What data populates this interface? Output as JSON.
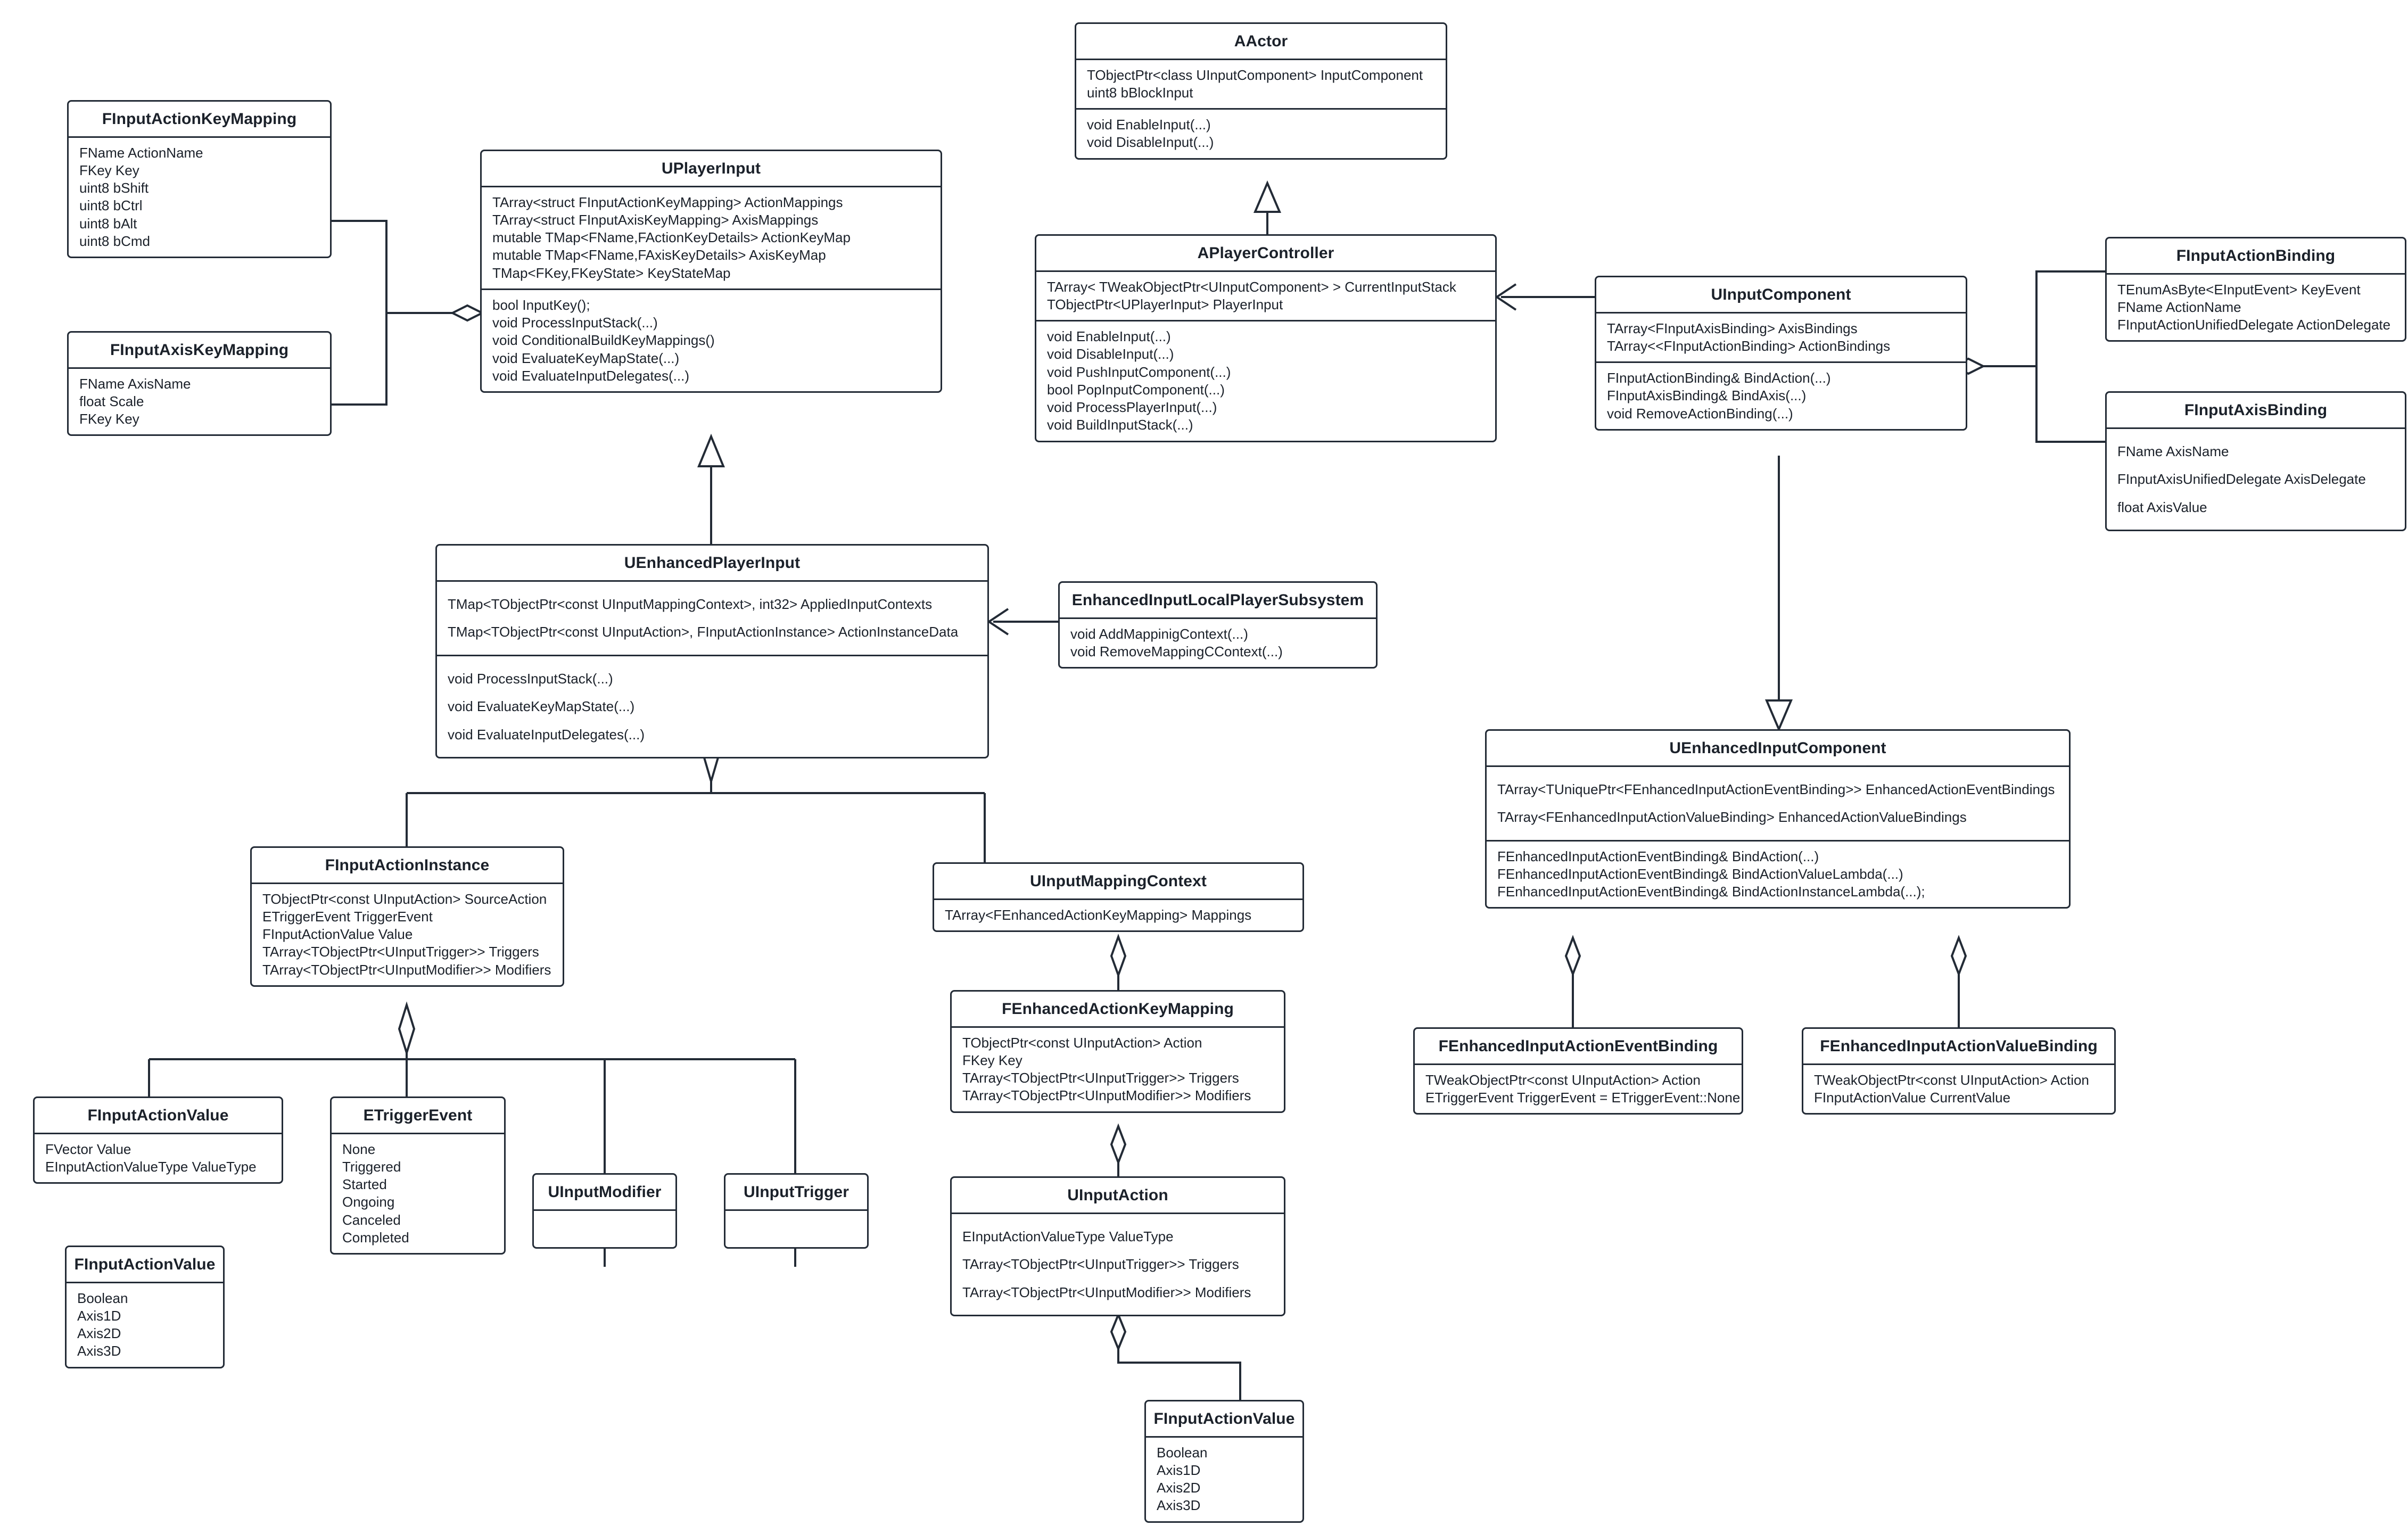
{
  "diagram": {
    "kind": "uml-class-diagram",
    "subject": "Unreal Engine Input / Enhanced Input class relationships",
    "stroke_color": "#232b36",
    "background_color": "#ffffff"
  },
  "classes": {
    "finputactionkeymapping": {
      "title": "FInputActionKeyMapping",
      "attributes": [
        "FName ActionName",
        "FKey Key",
        "uint8 bShift",
        "uint8 bCtrl",
        "uint8 bAlt",
        "uint8 bCmd"
      ]
    },
    "finputaxiskeymapping": {
      "title": "FInputAxisKeyMapping",
      "attributes": [
        "FName AxisName",
        "float Scale",
        "FKey Key"
      ]
    },
    "uplayerinput": {
      "title": "UPlayerInput",
      "attributes": [
        "TArray<struct FInputActionKeyMapping> ActionMappings",
        "TArray<struct FInputAxisKeyMapping> AxisMappings",
        "mutable TMap<FName,FActionKeyDetails> ActionKeyMap",
        "mutable TMap<FName,FAxisKeyDetails> AxisKeyMap",
        "TMap<FKey,FKeyState> KeyStateMap"
      ],
      "methods": [
        "bool InputKey();",
        "void ProcessInputStack(...)",
        "void ConditionalBuildKeyMappings()",
        "void EvaluateKeyMapState(...)",
        "void EvaluateInputDelegates(...)"
      ]
    },
    "aactor": {
      "title": "AActor",
      "attributes": [
        "TObjectPtr<class UInputComponent> InputComponent",
        "uint8 bBlockInput"
      ],
      "methods": [
        "void EnableInput(...)",
        "void DisableInput(...)"
      ]
    },
    "aplayercontroller": {
      "title": "APlayerController",
      "attributes": [
        "TArray< TWeakObjectPtr<UInputComponent> > CurrentInputStack",
        "TObjectPtr<UPlayerInput> PlayerInput"
      ],
      "methods": [
        "void EnableInput(...)",
        "void DisableInput(...)",
        "void PushInputComponent(...)",
        "bool PopInputComponent(...)",
        "void ProcessPlayerInput(...)",
        "void BuildInputStack(...)"
      ]
    },
    "uinputcomponent": {
      "title": "UInputComponent",
      "attributes": [
        "TArray<FInputAxisBinding> AxisBindings",
        "TArray<<FInputActionBinding> ActionBindings"
      ],
      "methods": [
        "FInputActionBinding& BindAction(...)",
        "FInputAxisBinding& BindAxis(...)",
        "void RemoveActionBinding(...)"
      ]
    },
    "finputactionbinding": {
      "title": "FInputActionBinding",
      "attributes": [
        "TEnumAsByte<EInputEvent> KeyEvent",
        "FName ActionName",
        "FInputActionUnifiedDelegate ActionDelegate"
      ]
    },
    "finputaxisbinding": {
      "title": "FInputAxisBinding",
      "attributes": [
        "FName AxisName",
        "FInputAxisUnifiedDelegate AxisDelegate",
        "float AxisValue"
      ]
    },
    "uenhancedplayerinput": {
      "title": "UEnhancedPlayerInput",
      "attributes": [
        "TMap<TObjectPtr<const UInputMappingContext>, int32> AppliedInputContexts",
        "TMap<TObjectPtr<const UInputAction>, FInputActionInstance> ActionInstanceData"
      ],
      "methods": [
        "void ProcessInputStack(...)",
        "void EvaluateKeyMapState(...)",
        "void EvaluateInputDelegates(...)"
      ]
    },
    "enhancedinputlocalplayersubsystem": {
      "title": "EnhancedInputLocalPlayerSubsystem",
      "methods": [
        "void AddMappinigContext(...)",
        "void RemoveMappingCContext(...)"
      ]
    },
    "uenhancedinputcomponent": {
      "title": "UEnhancedInputComponent",
      "attributes": [
        "TArray<TUniquePtr<FEnhancedInputActionEventBinding>> EnhancedActionEventBindings",
        "TArray<FEnhancedInputActionValueBinding> EnhancedActionValueBindings"
      ],
      "methods": [
        "FEnhancedInputActionEventBinding& BindAction(...)",
        "FEnhancedInputActionEventBinding& BindActionValueLambda(...)",
        "FEnhancedInputActionEventBinding& BindActionInstanceLambda(...);"
      ]
    },
    "fenhancedinputactioneventbinding": {
      "title": "FEnhancedInputActionEventBinding",
      "attributes": [
        "TWeakObjectPtr<const UInputAction> Action",
        "ETriggerEvent TriggerEvent = ETriggerEvent::None"
      ]
    },
    "fenhancedinputactionvaluebinding": {
      "title": "FEnhancedInputActionValueBinding",
      "attributes": [
        "TWeakObjectPtr<const UInputAction> Action",
        "FInputActionValue CurrentValue"
      ]
    },
    "finputactioninstance": {
      "title": "FInputActionInstance",
      "attributes": [
        "TObjectPtr<const UInputAction> SourceAction",
        "ETriggerEvent TriggerEvent",
        "FInputActionValue Value",
        "TArray<TObjectPtr<UInputTrigger>> Triggers",
        "TArray<TObjectPtr<UInputModifier>> Modifiers"
      ]
    },
    "uinputmappingcontext": {
      "title": "UInputMappingContext",
      "attributes": [
        "TArray<FEnhancedActionKeyMapping> Mappings"
      ]
    },
    "fenhancedactionkeymapping": {
      "title": "FEnhancedActionKeyMapping",
      "attributes": [
        "TObjectPtr<const UInputAction> Action",
        "FKey Key",
        "TArray<TObjectPtr<UInputTrigger>> Triggers",
        "TArray<TObjectPtr<UInputModifier>> Modifiers"
      ]
    },
    "uinputaction": {
      "title": "UInputAction",
      "attributes": [
        "EInputActionValueType ValueType",
        "TArray<TObjectPtr<UInputTrigger>> Triggers",
        "TArray<TObjectPtr<UInputModifier>> Modifiers"
      ]
    },
    "finputactionvalue_struct": {
      "title": "FInputActionValue",
      "attributes": [
        "FVector Value",
        "EInputActionValueType ValueType"
      ]
    },
    "etriggerevent": {
      "title": "ETriggerEvent",
      "attributes": [
        "None",
        "Triggered",
        "Started",
        "Ongoing",
        "Canceled",
        "Completed"
      ]
    },
    "uinputmodifier": {
      "title": "UInputModifier",
      "attributes": []
    },
    "uinputtrigger": {
      "title": "UInputTrigger",
      "attributes": []
    },
    "finputactionvalue_enum_left": {
      "title": "FInputActionValue",
      "attributes": [
        "Boolean",
        "Axis1D",
        "Axis2D",
        "Axis3D"
      ]
    },
    "finputactionvalue_enum_bottom": {
      "title": "FInputActionValue",
      "attributes": [
        "Boolean",
        "Axis1D",
        "Axis2D",
        "Axis3D"
      ]
    }
  }
}
